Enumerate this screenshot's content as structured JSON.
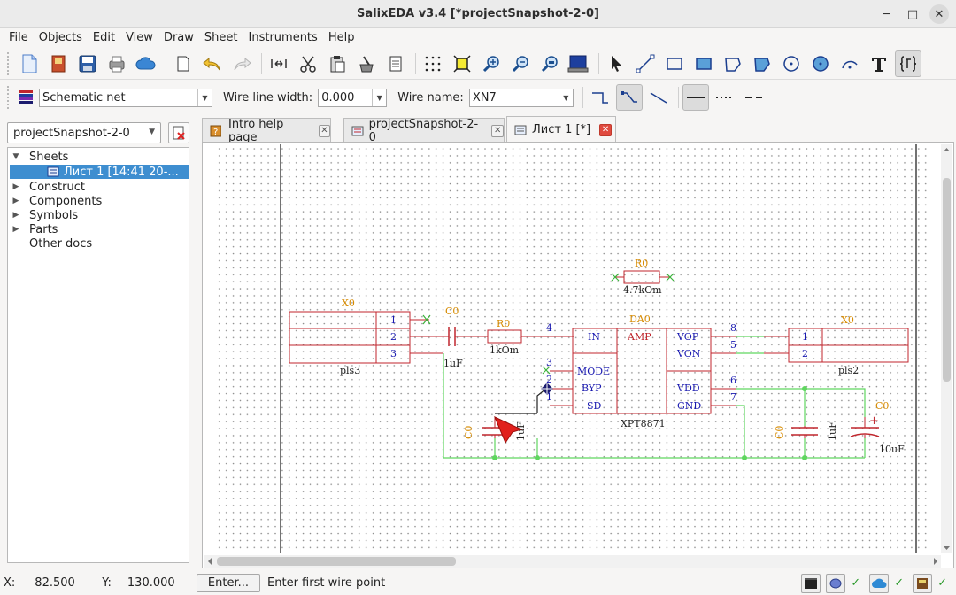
{
  "window": {
    "title": "SalixEDA v3.4 [*projectSnapshot-2-0]",
    "min": "─",
    "max": "□",
    "close": "✕"
  },
  "menu": [
    "File",
    "Objects",
    "Edit",
    "View",
    "Draw",
    "Sheet",
    "Instruments",
    "Help"
  ],
  "toolbar2": {
    "net_type": "Schematic net",
    "wire_width_label": "Wire line width:",
    "wire_width_value": "0.000",
    "wire_name_label": "Wire name:",
    "wire_name_value": "XN7"
  },
  "left_panel": {
    "project": "projectSnapshot-2-0",
    "tree": [
      {
        "label": "Sheets",
        "expanded": true,
        "level": 0
      },
      {
        "label": "Лист 1 [14:41 20-...",
        "level": 1,
        "selected": true
      },
      {
        "label": "Construct",
        "level": 0
      },
      {
        "label": "Components",
        "level": 0
      },
      {
        "label": "Symbols",
        "level": 0
      },
      {
        "label": "Parts",
        "level": 0
      },
      {
        "label": "Other docs",
        "level": 0,
        "leaf": true
      }
    ]
  },
  "tabs": [
    {
      "label": "Intro help page"
    },
    {
      "label": "projectSnapshot-2-0"
    },
    {
      "label": "Лист 1 [*]",
      "active": true
    }
  ],
  "schematic": {
    "x0_left": {
      "ref": "X0",
      "name": "pls3",
      "pins": [
        "1",
        "2",
        "3"
      ]
    },
    "c0_top": {
      "ref": "C0",
      "value": "1uF"
    },
    "r0_top": {
      "ref": "R0",
      "value": "4.7kOm"
    },
    "r0_mid": {
      "ref": "R0",
      "value": "1kOm"
    },
    "da0": {
      "ref": "DA0",
      "name": "XPT8871",
      "center": "AMP",
      "left_pins": [
        {
          "label": "IN",
          "num": "4"
        },
        {
          "label": "MODE",
          "num": "3"
        },
        {
          "label": "BYP",
          "num": "2"
        },
        {
          "label": "SD",
          "num": "1"
        }
      ],
      "right_pins": [
        {
          "label": "VOP",
          "num": "8"
        },
        {
          "label": "VON",
          "num": "5"
        },
        {
          "label": "VDD",
          "num": "6"
        },
        {
          "label": "GND",
          "num": "7"
        }
      ]
    },
    "x0_right": {
      "ref": "X0",
      "name": "pls2",
      "pins": [
        "1",
        "2"
      ]
    },
    "c0_left": {
      "ref": "C0",
      "value": "1uF"
    },
    "c0_mid": {
      "ref": "C0",
      "value": "1uF"
    },
    "c0_right": {
      "ref": "C0",
      "value": "10uF",
      "plus": "+"
    }
  },
  "status": {
    "x_label": "X:",
    "x_value": "82.500",
    "y_label": "Y:",
    "y_value": "130.000",
    "enter_button": "Enter...",
    "message": "Enter first wire point",
    "checks": [
      "✓",
      "✓",
      "✓"
    ]
  },
  "colors": {
    "part": "#c0262d",
    "pin": "#1a1ab0",
    "ref": "#d78b00",
    "wire": "#5fd65f",
    "junction": "#5fd65f"
  }
}
